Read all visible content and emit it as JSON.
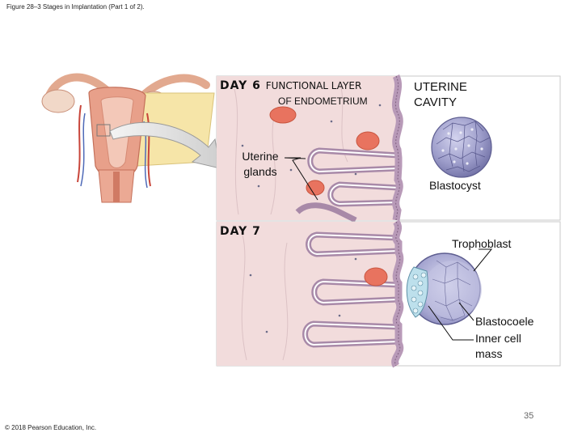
{
  "caption": "Figure 28–3 Stages in Implantation (Part 1 of 2).",
  "copyright": "© 2018 Pearson Education, Inc.",
  "page_number": "35",
  "day6": {
    "label": "DAY 6",
    "functional_layer": "FUNCTIONAL LAYER",
    "of_endometrium": "OF ENDOMETRIUM",
    "uterine_cavity_line1": "UTERINE",
    "uterine_cavity_line2": "CAVITY",
    "uterine_glands_line1": "Uterine",
    "uterine_glands_line2": "glands",
    "blastocyst": "Blastocyst"
  },
  "day7": {
    "label": "DAY 7",
    "trophoblast": "Trophoblast",
    "blastocoele": "Blastocoele",
    "inner_cell_line1": "Inner cell",
    "inner_cell_line2": "mass"
  },
  "colors": {
    "tissue": "#f2dcdc",
    "tissue_line": "#bfa3ad",
    "epithelium": "#b89ab8",
    "vessel": "#e8735f",
    "blastocyst": "#9a9ac8",
    "inner_cell": "#bde0ec",
    "panel_border": "#c9c9c9"
  }
}
